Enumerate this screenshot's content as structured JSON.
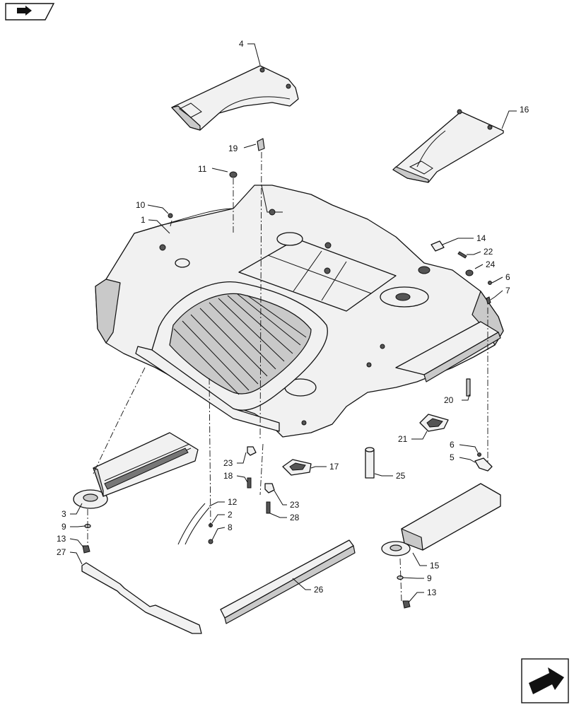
{
  "callouts": [
    {
      "id": "c4",
      "label": "4"
    },
    {
      "id": "c16",
      "label": "16"
    },
    {
      "id": "c19",
      "label": "19"
    },
    {
      "id": "c11",
      "label": "11"
    },
    {
      "id": "c10",
      "label": "10"
    },
    {
      "id": "c1",
      "label": "1"
    },
    {
      "id": "c14",
      "label": "14"
    },
    {
      "id": "c22",
      "label": "22"
    },
    {
      "id": "c24",
      "label": "24"
    },
    {
      "id": "c6a",
      "label": "6"
    },
    {
      "id": "c7",
      "label": "7"
    },
    {
      "id": "c20",
      "label": "20"
    },
    {
      "id": "c21",
      "label": "21"
    },
    {
      "id": "c6b",
      "label": "6"
    },
    {
      "id": "c5",
      "label": "5"
    },
    {
      "id": "c17",
      "label": "17"
    },
    {
      "id": "c25",
      "label": "25"
    },
    {
      "id": "c23a",
      "label": "23"
    },
    {
      "id": "c18",
      "label": "18"
    },
    {
      "id": "c23b",
      "label": "23"
    },
    {
      "id": "c28",
      "label": "28"
    },
    {
      "id": "c12",
      "label": "12"
    },
    {
      "id": "c2",
      "label": "2"
    },
    {
      "id": "c8",
      "label": "8"
    },
    {
      "id": "c3",
      "label": "3"
    },
    {
      "id": "c9a",
      "label": "9"
    },
    {
      "id": "c13a",
      "label": "13"
    },
    {
      "id": "c27",
      "label": "27"
    },
    {
      "id": "c26",
      "label": "26"
    },
    {
      "id": "c15",
      "label": "15"
    },
    {
      "id": "c9b",
      "label": "9"
    },
    {
      "id": "c13b",
      "label": "13"
    }
  ],
  "nav": {
    "prev_icon": "arrow-prev-icon",
    "next_icon": "arrow-next-icon"
  }
}
